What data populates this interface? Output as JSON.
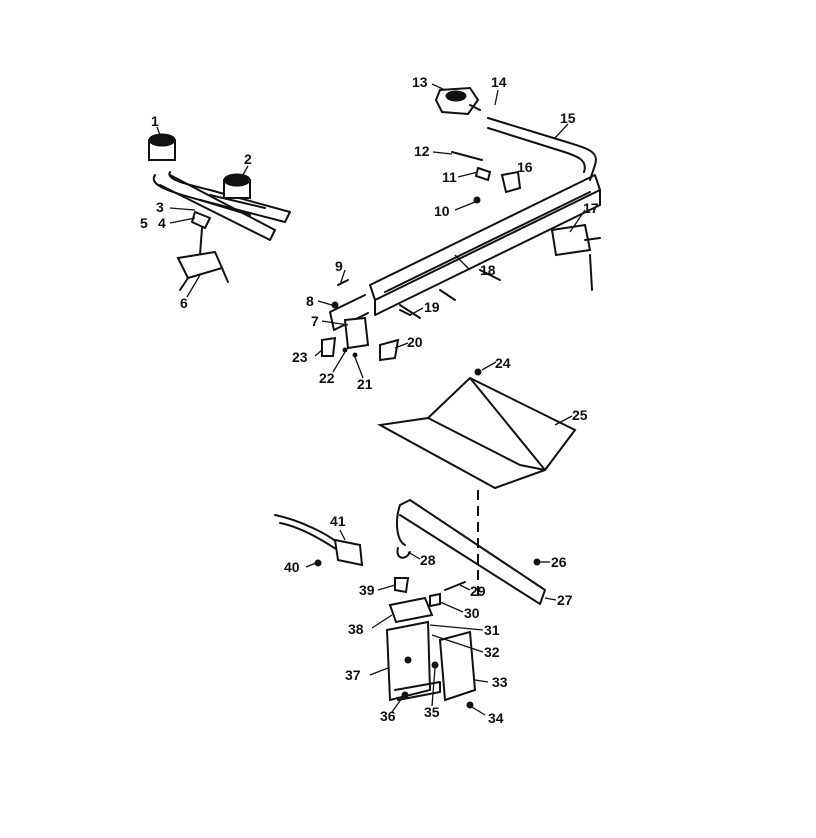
{
  "diagram": {
    "callouts": [
      "1",
      "2",
      "3",
      "5",
      "4",
      "6",
      "13",
      "14",
      "15",
      "12",
      "11",
      "16",
      "10",
      "17",
      "9",
      "18",
      "8",
      "19",
      "7",
      "20",
      "23",
      "22",
      "21",
      "24",
      "25",
      "41",
      "28",
      "26",
      "40",
      "39",
      "29",
      "30",
      "27",
      "38",
      "31",
      "32",
      "37",
      "33",
      "36",
      "35",
      "34"
    ]
  }
}
